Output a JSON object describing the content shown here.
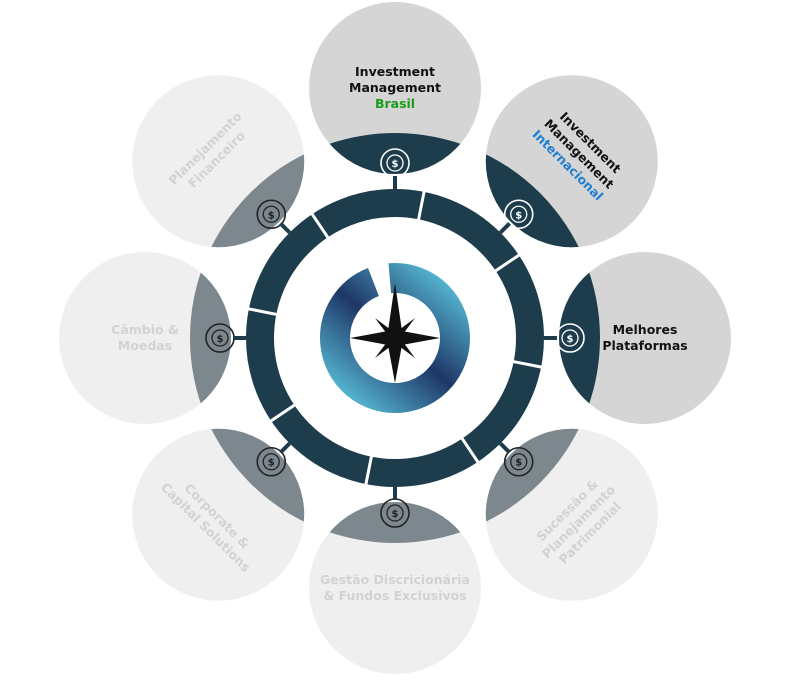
{
  "colors": {
    "active_inner": "#1d3d4c",
    "inactive_inner": "#7d888e",
    "active_outer": "#d5d5d5",
    "inactive_outer": "#efefef",
    "ring": "#1d3d4c",
    "green": "#1a9c1a",
    "blue": "#1f7ed0",
    "faded_text": "#d2d2d2"
  },
  "petals": [
    {
      "id": "investment-brasil",
      "active": true,
      "lines": [
        "Investment",
        "Management"
      ],
      "highlight": "Brasil",
      "highlight_color": "green",
      "icon": "money-bag-icon"
    },
    {
      "id": "investment-internacional",
      "active": true,
      "lines": [
        "Investment",
        "Management"
      ],
      "highlight": "Internacional",
      "highlight_color": "blue",
      "icon": "globe-money-icon"
    },
    {
      "id": "melhores-plataformas",
      "active": true,
      "lines": [
        "Melhores",
        "Plataformas"
      ],
      "icon": "bank-icon"
    },
    {
      "id": "sucessao",
      "active": false,
      "lines": [
        "Sucessão &",
        "Planejamento",
        "Patrimonial"
      ],
      "icon": "tax-document-icon"
    },
    {
      "id": "gestao",
      "active": false,
      "lines": [
        "Gestão Discricionária",
        "& Fundos Exclusivos"
      ],
      "icon": "portfolio-gear-icon"
    },
    {
      "id": "corporate",
      "active": false,
      "lines": [
        "Corporate &",
        "Capital Solutions"
      ],
      "icon": "corporate-building-icon"
    },
    {
      "id": "cambio",
      "active": false,
      "lines": [
        "Câmbio &",
        "Moedas"
      ],
      "icon": "currency-exchange-icon"
    },
    {
      "id": "planejamento",
      "active": false,
      "lines": [
        "Planejamento",
        "Financeiro"
      ],
      "icon": "target-planning-icon"
    }
  ]
}
